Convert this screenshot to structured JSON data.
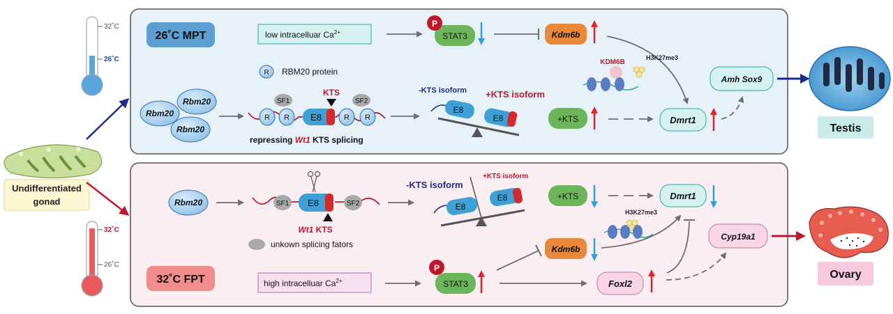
{
  "thermometer_top": {
    "high": "32˚C",
    "low": "26˚C"
  },
  "thermometer_bottom": {
    "high": "32˚C",
    "low": "26˚C"
  },
  "gonad_label": [
    "Undifferentiated",
    "gonad"
  ],
  "top_panel": {
    "condition": "26˚C MPT",
    "calcium": "low intracelluar Ca",
    "calcium_sup": "2+",
    "stat3": "STAT3",
    "phospho": "P",
    "kdm6b": "Kdm6b",
    "kdm6b_protein": "KDM6B",
    "mark": "H3K27me3",
    "amh_sox9": "Amh Sox9",
    "dmrt1": "Dmrt1",
    "plus_kts": "+KTS",
    "rbm20_legend_symbol": "R",
    "rbm20_legend": "RBM20 protein",
    "rbm20_blobs": [
      "Rbm20",
      "Rbm20",
      "Rbm20"
    ],
    "splice_sf1": "SF1",
    "splice_sf2": "SF2",
    "splice_r": "R",
    "exon": "E8",
    "kts": "KTS",
    "minus_isoform": "-KTS isoform",
    "plus_isoform": "+KTS isoform",
    "caption_pre": "repressing ",
    "caption_gene": "Wt1",
    "caption_post": " KTS splicing",
    "outcome": "Testis"
  },
  "bottom_panel": {
    "condition": "32˚C FPT",
    "calcium": "high intracelluar Ca",
    "calcium_sup": "2+",
    "stat3": "STAT3",
    "phospho": "P",
    "kdm6b": "Kdm6b",
    "foxl2": "Foxl2",
    "cyp19a1": "Cyp19a1",
    "dmrt1": "Dmrt1",
    "plus_kts": "+KTS",
    "mark": "H3K27me3",
    "rbm20": "Rbm20",
    "splice_sf1": "SF1",
    "splice_sf2": "SF2",
    "exon": "E8",
    "wt1": "Wt1",
    "kts": "KTS",
    "minus_isoform": "-KTS isoform",
    "plus_isoform": "+KTS isoform",
    "unknown_factors": "unkown splicing fators",
    "outcome": "Ovary"
  },
  "colors": {
    "top_panel_bg": "#e6f1f8",
    "bottom_panel_bg": "#fbeef3",
    "mpt_badge": "#5d9fd0",
    "fpt_badge": "#f08c8a",
    "stat3_green": "#6db55a",
    "kdm6b_orange": "#e8883a",
    "exon_blue": "#3fa0d6",
    "kts_red": "#d42a2a",
    "up_arrow": "#e0242b",
    "down_arrow": "#2aa2dc",
    "testis_arrow": "#1b2c8c",
    "ovary_arrow": "#c0182a"
  }
}
